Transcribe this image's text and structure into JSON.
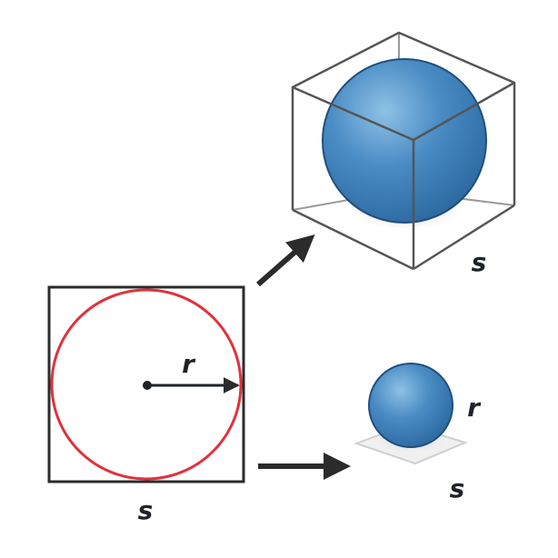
{
  "labels": {
    "square_side": "s",
    "circle_radius": "r",
    "cube_side": "s",
    "small_sphere_radius": "r",
    "small_base_side": "s"
  },
  "colors": {
    "outline": "#2b2b2b",
    "circle": "#e0323c",
    "sphere_fill": "#3a7db8",
    "sphere_highlight": "#8ec1e6",
    "sphere_edge": "#1f4f7d",
    "cube_edge": "#555555",
    "shadow": "#d9d9d9",
    "arrow": "#2b2b2b"
  }
}
